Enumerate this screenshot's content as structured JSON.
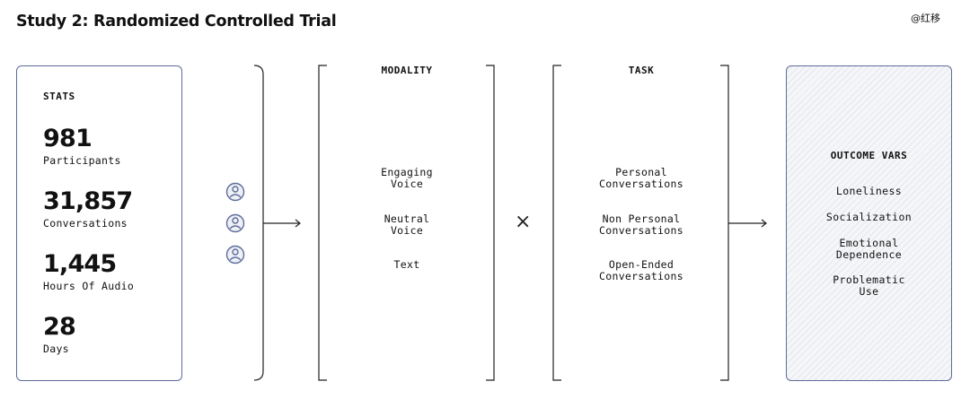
{
  "header": {
    "title": "Study 2: Randomized Controlled Trial",
    "logo_text": "@红移"
  },
  "stats": {
    "heading": "STATS",
    "items": [
      {
        "value": "981",
        "label": "Participants"
      },
      {
        "value": "31,857",
        "label": "Conversations"
      },
      {
        "value": "1,445",
        "label": "Hours Of Audio"
      },
      {
        "value": "28",
        "label": "Days"
      }
    ]
  },
  "modality": {
    "heading": "MODALITY",
    "items": [
      [
        "Engaging",
        "Voice"
      ],
      [
        "Neutral",
        "Voice"
      ],
      [
        "Text",
        ""
      ]
    ]
  },
  "operator": "×",
  "task": {
    "heading": "TASK",
    "items": [
      [
        "Personal",
        "Conversations"
      ],
      [
        "Non Personal",
        "Conversations"
      ],
      [
        "Open-Ended",
        "Conversations"
      ]
    ]
  },
  "outcome": {
    "heading": "OUTCOME VARS",
    "items": [
      [
        "Loneliness",
        ""
      ],
      [
        "Socialization",
        ""
      ],
      [
        "Emotional",
        "Dependence"
      ],
      [
        "Problematic",
        "Use"
      ]
    ]
  },
  "colors": {
    "accent": "#5d6d9a",
    "ink": "#111111"
  }
}
